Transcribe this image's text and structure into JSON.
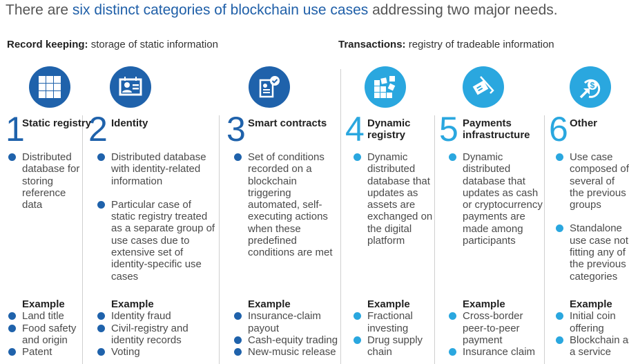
{
  "title": {
    "pre": "There are ",
    "highlight": "six distinct categories of blockchain use cases",
    "post": " addressing two major needs."
  },
  "sections": [
    {
      "bold": "Record keeping:",
      "text": " storage of static information"
    },
    {
      "bold": "Transactions:",
      "text": " registry of tradeable information"
    }
  ],
  "colors": {
    "dark": "#1f62ab",
    "light": "#2aa7df"
  },
  "example_label": "Example",
  "categories": [
    {
      "num": "1",
      "name": "Static registry",
      "icon": "grid-icon",
      "desc": [
        "Distributed database for storing reference data"
      ],
      "examples": [
        "Land title",
        "Food safety and origin",
        "Patent"
      ]
    },
    {
      "num": "2",
      "name": "Identity",
      "icon": "id-card-icon",
      "desc": [
        "Distributed database with identity-related information",
        "Particular case of static registry treated as a separate group of use cases due to extensive set of identity-specific use cases"
      ],
      "examples": [
        "Identity fraud",
        "Civil-registry and identity records",
        "Voting"
      ]
    },
    {
      "num": "3",
      "name": "Smart contracts",
      "icon": "contract-check-icon",
      "desc": [
        "Set of conditions recorded on a blockchain triggering automated, self-executing actions when these predefined conditions are met"
      ],
      "examples": [
        "Insurance-claim payout",
        "Cash-equity trading",
        "New-music release"
      ]
    },
    {
      "num": "4",
      "name": "Dynamic registry",
      "icon": "moving-blocks-icon",
      "desc": [
        "Dynamic distributed database that updates as assets are exchanged on the digital platform"
      ],
      "examples": [
        "Fractional investing",
        "Drug supply chain"
      ]
    },
    {
      "num": "5",
      "name": "Payments infrastructure",
      "icon": "card-payment-icon",
      "desc": [
        "Dynamic distributed database that updates as cash or cryptocurrency payments are made among participants"
      ],
      "examples": [
        "Cross-border peer-to-peer payment",
        "Insurance claim"
      ]
    },
    {
      "num": "6",
      "name": "Other",
      "icon": "dollar-cycle-icon",
      "desc": [
        "Use case composed of several of the previous groups",
        "Standalone use case not fitting any of the previous categories"
      ],
      "examples": [
        "Initial coin offering",
        "Blockchain as a service"
      ]
    }
  ]
}
